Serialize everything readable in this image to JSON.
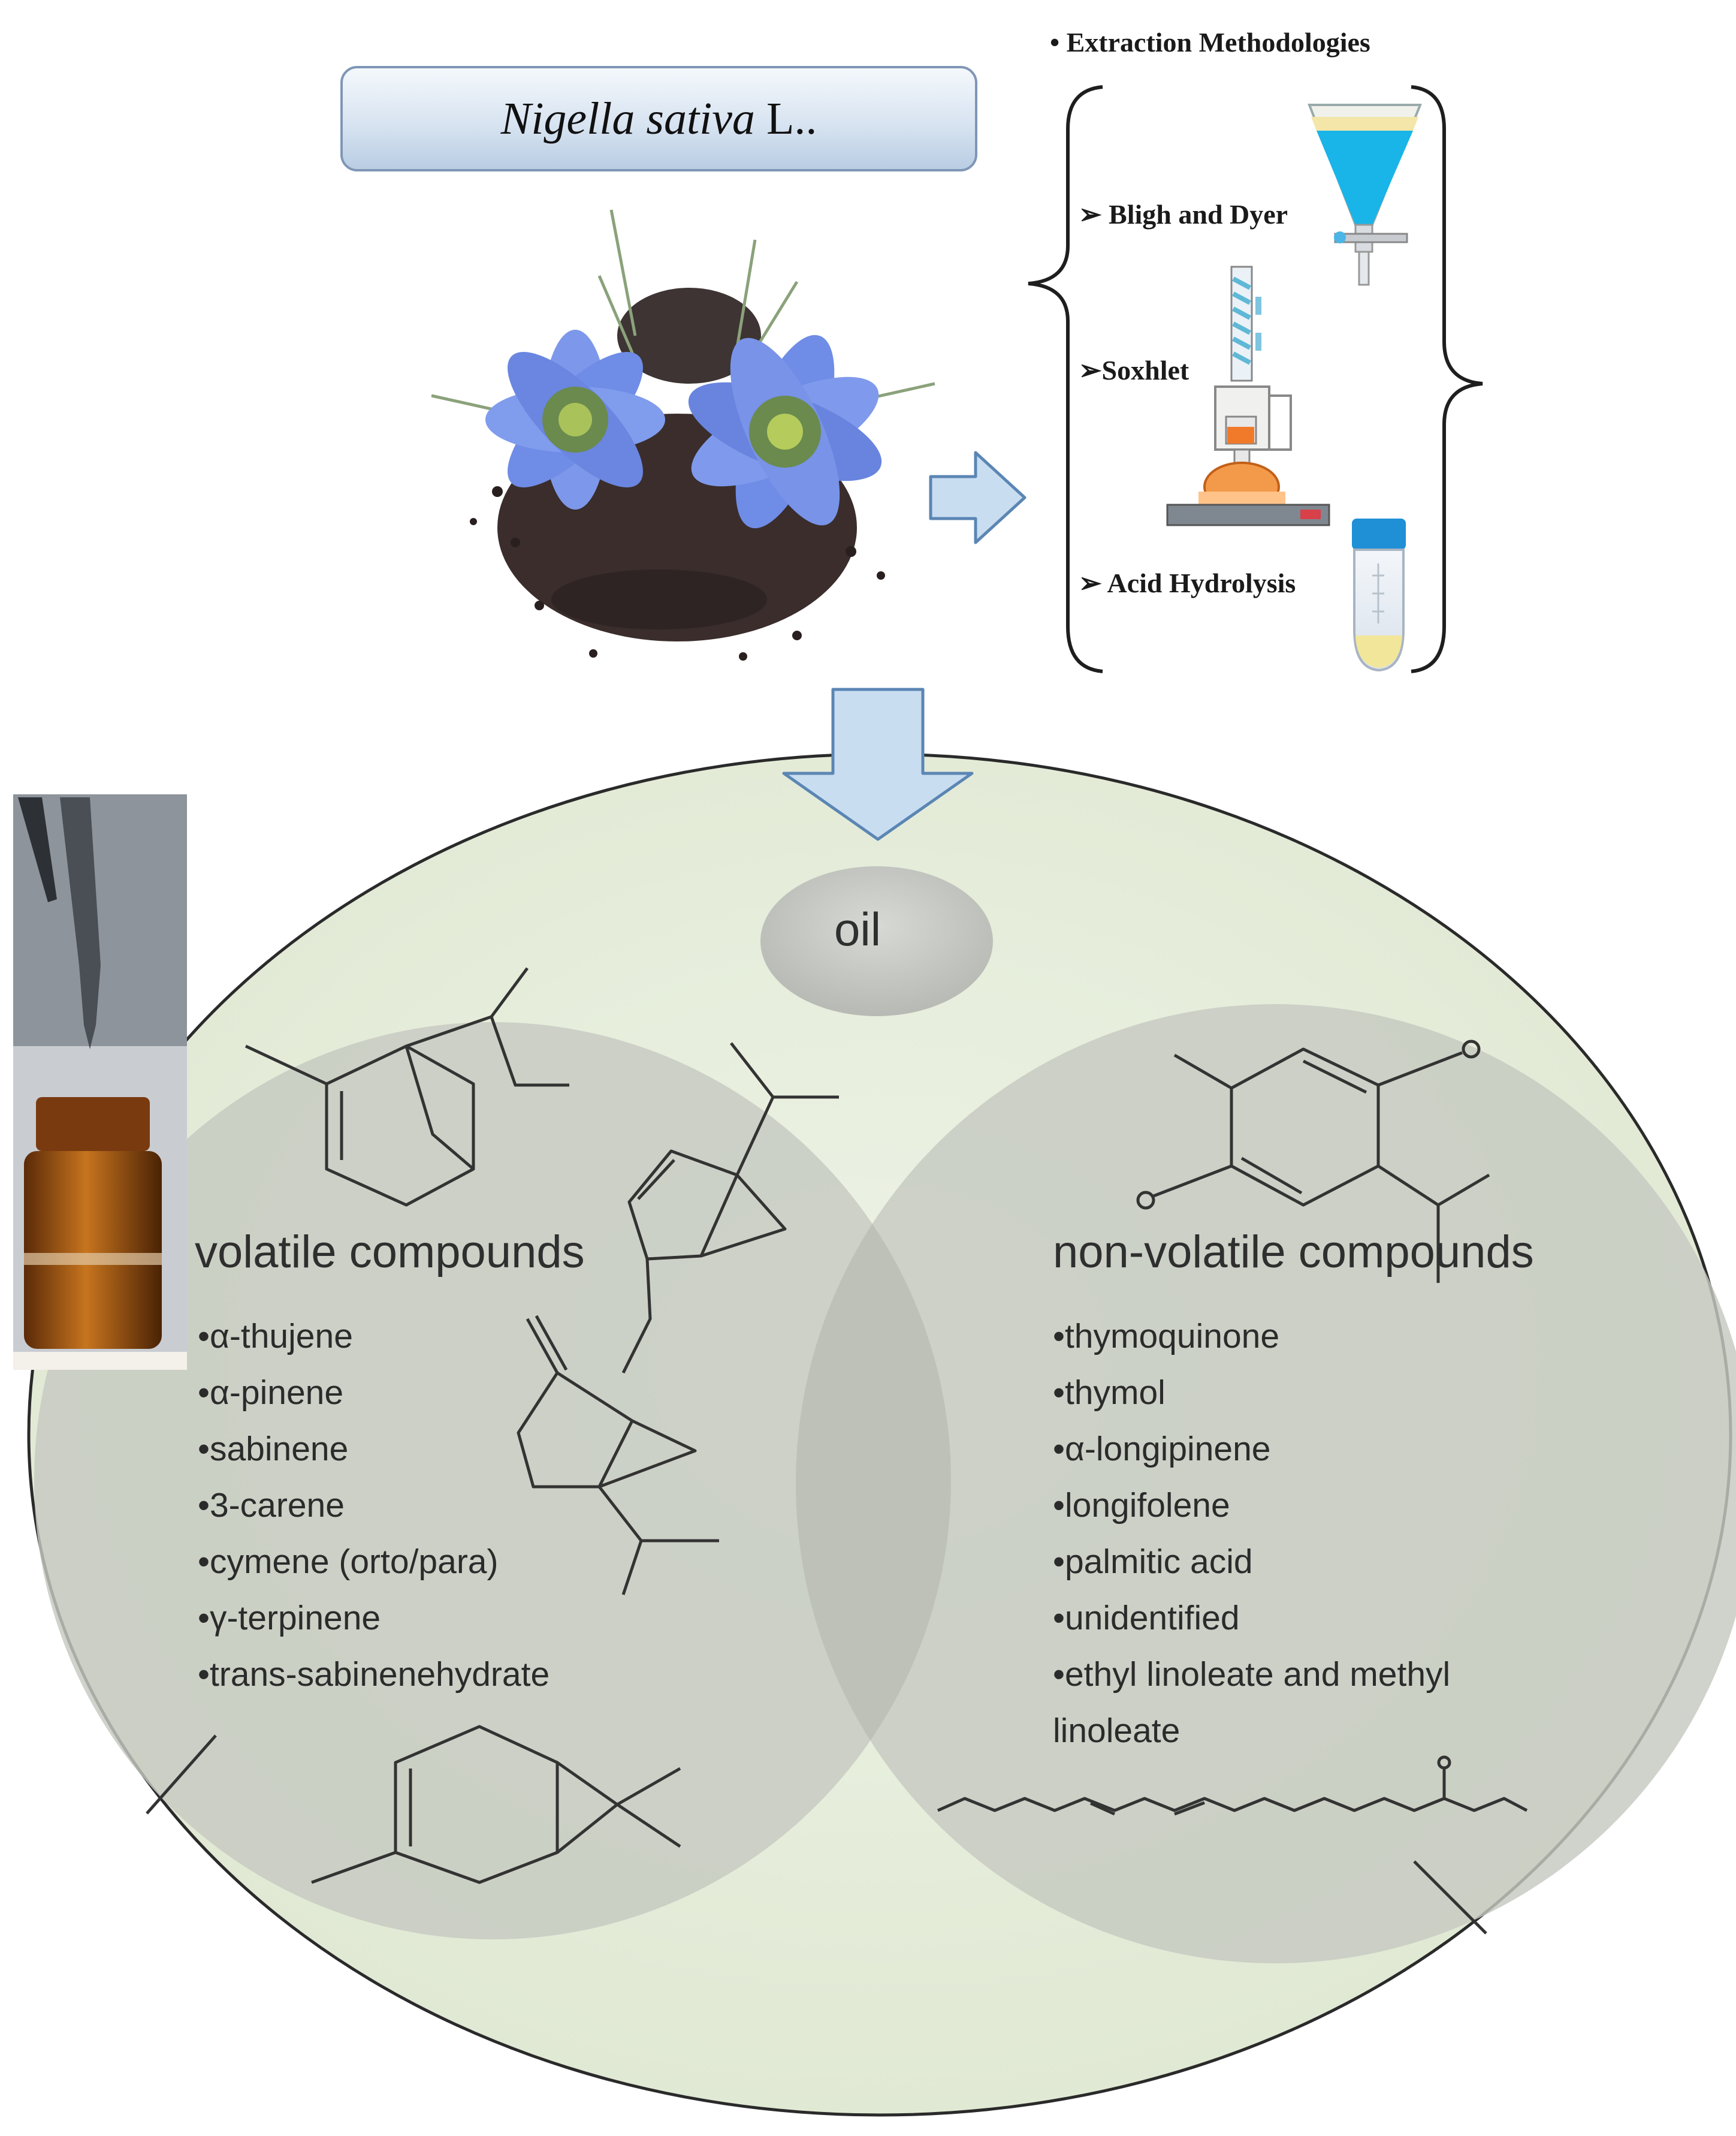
{
  "title": {
    "italic": "Nigella sativa",
    "suffix": " L.."
  },
  "extraction": {
    "heading": "• Extraction Methodologies",
    "methods": [
      "➢ Bligh and Dyer",
      "➢Soxhlet",
      "➢ Acid Hydrolysis"
    ]
  },
  "oil_label": "oil",
  "volatile": {
    "heading": "volatile compounds",
    "items": [
      "•α-thujene",
      "•α-pinene",
      "•sabinene",
      "•3-carene",
      "•cymene (orto/para)",
      "•γ-terpinene",
      "•trans-sabinenehydrate"
    ]
  },
  "non_volatile": {
    "heading": "non-volatile compounds",
    "items": [
      "•thymoquinone",
      "•thymol",
      "•α-longipinene",
      "•longifolene",
      "•palmitic acid",
      "•unidentified",
      "•ethyl linoleate and methyl",
      " linoleate"
    ]
  },
  "colors": {
    "outer_circle": "#e3ecd6",
    "inner_circle": "#c9ccc4",
    "arrow_fill": "#c7dcf0",
    "arrow_stroke": "#5b86b4",
    "flower": "#6f8fe6"
  }
}
